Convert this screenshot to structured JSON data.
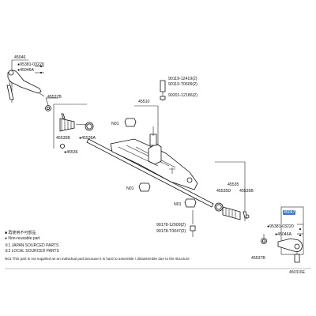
{
  "callouts": {
    "c45046": "45046",
    "c95381_l": "●95381-03220",
    "c45046a_l": "●45046A",
    "c45537b_l": "45537B",
    "c45510": "45510",
    "c90119_12419": "90119-12419(2)",
    "c90119_t0609": "90119-T0609(2)",
    "c90201": "90201-12186(2)",
    "c45535b_l": "45535B",
    "c45536a_l": "●45536A",
    "c45536_l": "●45536",
    "n01_a": "N01",
    "n01_b": "N01",
    "n01_c": "N01",
    "c45535_r": "45535",
    "c45535d": "45535D",
    "c45535b_r": "45535B",
    "c45047": "45047",
    "c95381_r": "●95381-03220",
    "c45046a_r": "●45046A",
    "c45537b_r": "45537B",
    "c90178_120": "90178-12009(2)",
    "c90178_t004": "90178-T0047(2)"
  },
  "legend": {
    "l1": "■ 再使用不可部品",
    "l2": "● Non-reusable part",
    "l3": "①1 JAPAN SOURCED PARTS",
    "l4": "②2 LOCAL SOURCED PARTS",
    "n01_note": "N01 This part is not supplied as an individual part,because it is hard to assemble / disassemble due to the structure"
  },
  "diagram_id": "450316E",
  "colors": {
    "highlight": "#3b7ad9",
    "ink": "#222222"
  }
}
